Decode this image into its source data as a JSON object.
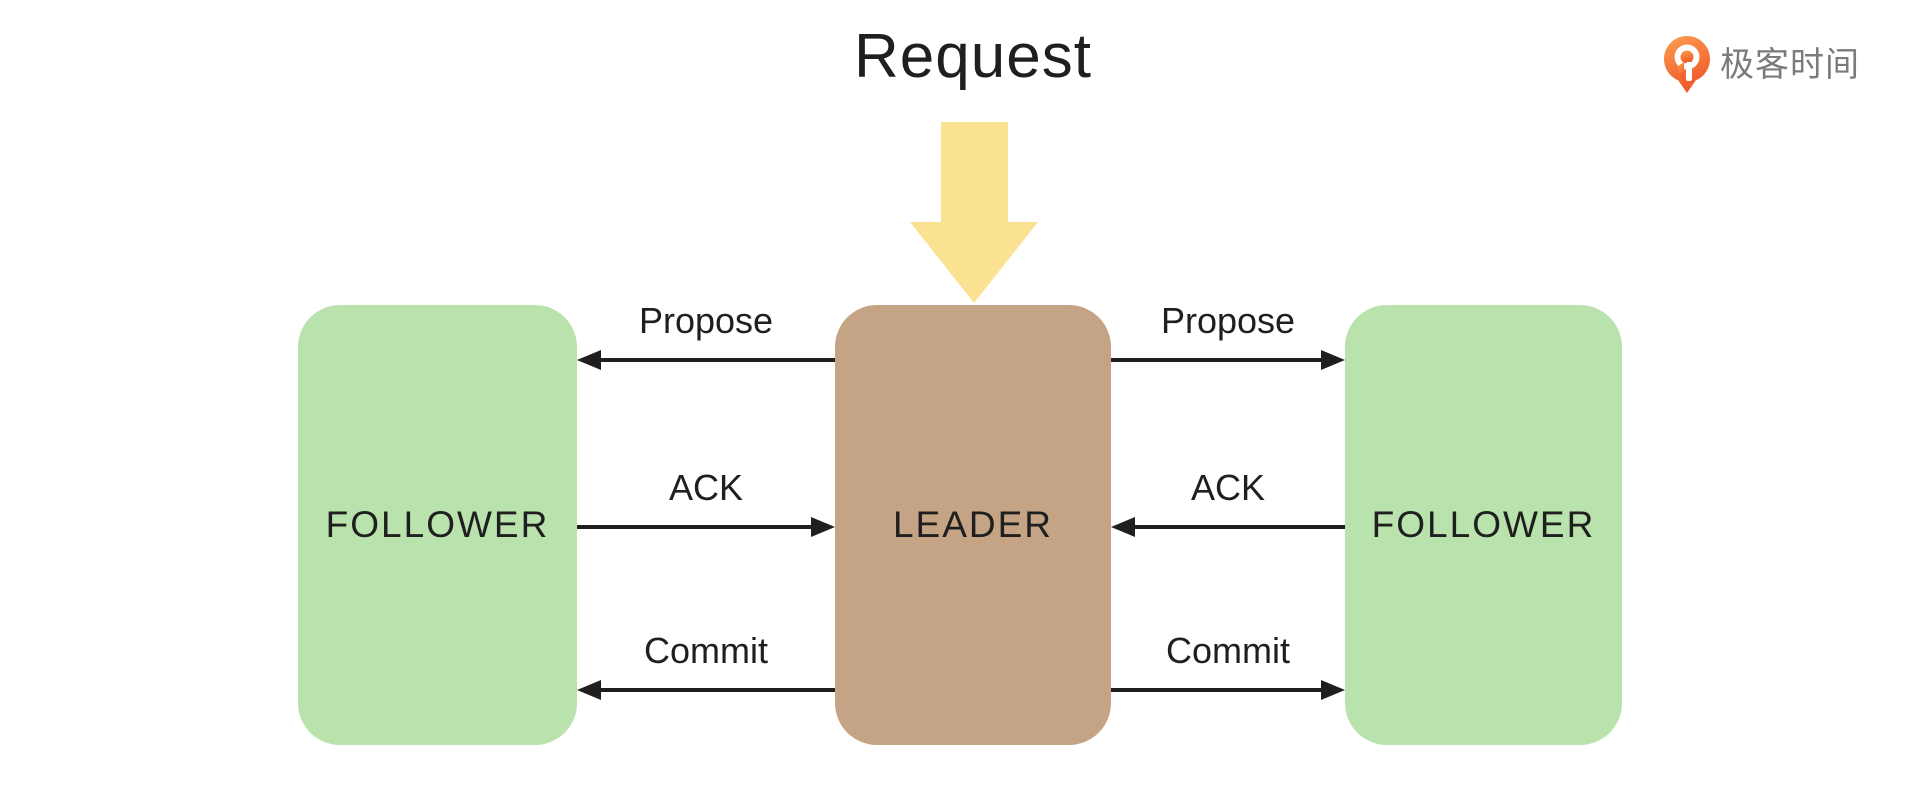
{
  "title": "Request",
  "brand": {
    "name": "极客时间",
    "icon": "geektime-logo",
    "icon_gradient_top": "#FB9E51",
    "icon_gradient_bottom": "#F1592A",
    "text_color": "#7b7b7b"
  },
  "diagram": {
    "line_color": "#1f1f1f",
    "request_arrow": {
      "color": "#FBE192",
      "direction": "down",
      "target": "LEADER"
    },
    "nodes": {
      "follower_left": {
        "label": "FOLLOWER",
        "color": "#BAE2AD"
      },
      "leader": {
        "label": "LEADER",
        "color": "#C5A486"
      },
      "follower_right": {
        "label": "FOLLOWER",
        "color": "#BAE2AD"
      }
    },
    "messages": {
      "left": [
        {
          "label": "Propose",
          "from": "leader",
          "to": "follower_left"
        },
        {
          "label": "ACK",
          "from": "follower_left",
          "to": "leader"
        },
        {
          "label": "Commit",
          "from": "leader",
          "to": "follower_left"
        }
      ],
      "right": [
        {
          "label": "Propose",
          "from": "leader",
          "to": "follower_right"
        },
        {
          "label": "ACK",
          "from": "follower_right",
          "to": "leader"
        },
        {
          "label": "Commit",
          "from": "leader",
          "to": "follower_right"
        }
      ]
    }
  }
}
